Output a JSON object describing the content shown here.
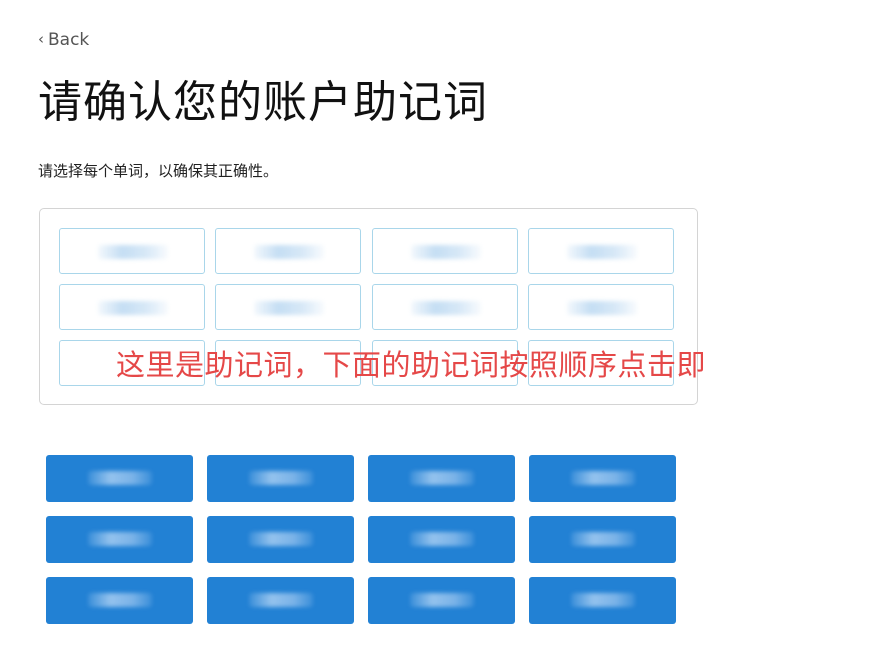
{
  "back": {
    "label": "Back",
    "icon": "chevron-left-icon"
  },
  "title": "请确认您的账户助记词",
  "instructions": "请选择每个单词，以确保其正确性。",
  "annotation": "这里是助记词，下面的助记词按照顺序点击即",
  "colors": {
    "button_bg": "#2281d4",
    "slot_border": "#a9d6ea",
    "annotation": "#e54848"
  }
}
